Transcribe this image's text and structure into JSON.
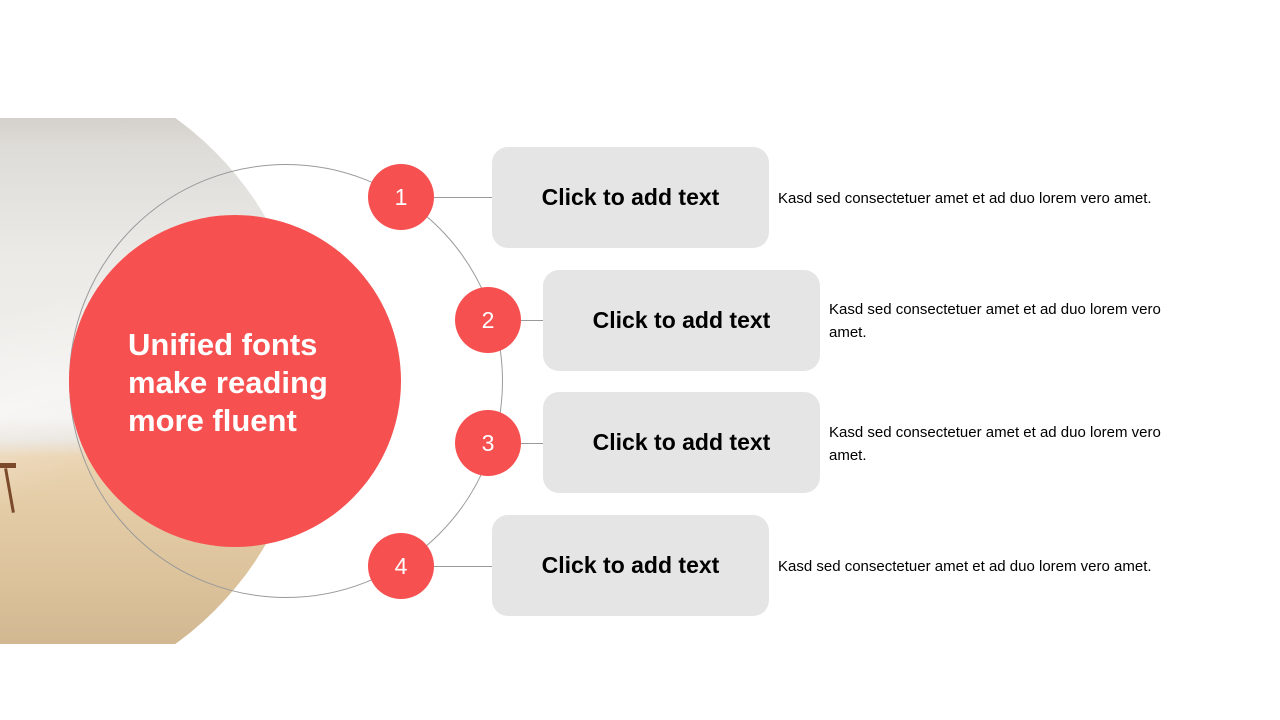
{
  "title": "Unified fonts make reading more fluent",
  "accent_color": "#f65050",
  "items": [
    {
      "number": "1",
      "heading": "Click to add text",
      "description": "Kasd sed consectetuer amet et ad duo lorem vero  amet."
    },
    {
      "number": "2",
      "heading": "Click to add text",
      "description": "Kasd sed consectetuer amet et ad duo lorem vero amet."
    },
    {
      "number": "3",
      "heading": "Click to add text",
      "description": "Kasd sed consectetuer amet et ad duo lorem vero amet."
    },
    {
      "number": "4",
      "heading": "Click to add text",
      "description": "Kasd sed consectetuer amet et ad duo lorem vero  amet."
    }
  ]
}
